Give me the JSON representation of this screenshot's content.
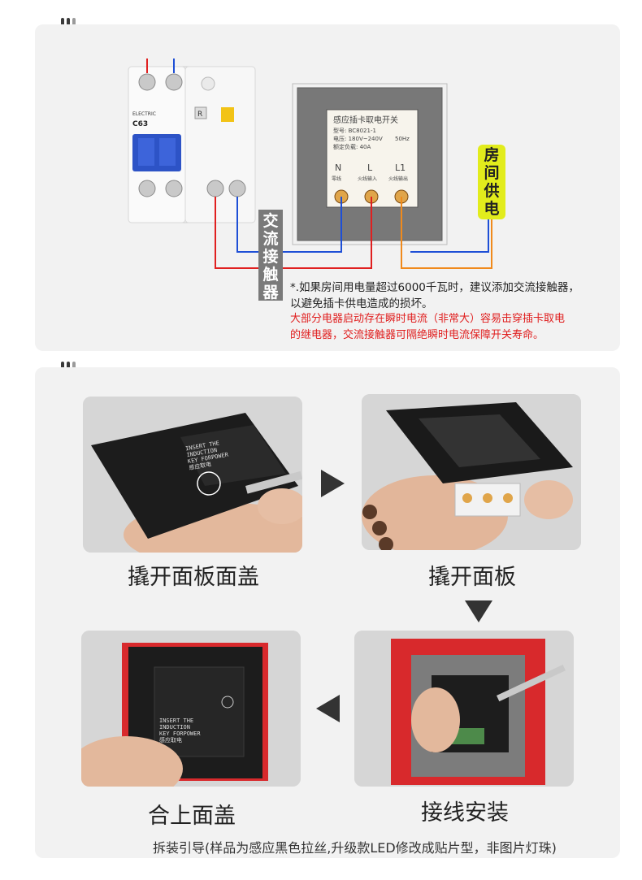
{
  "diagram": {
    "breaker_model": "C63",
    "breaker_brand": "ELECTRIC",
    "breaker_test_label": "R",
    "switch_title": "感应插卡取电开关",
    "switch_model": "型号: BC8021-1",
    "switch_voltage": "电压: 180V~240V",
    "switch_freq": "50Hz",
    "switch_load": "额定负载: 40A",
    "switch_terminals": [
      "N",
      "L",
      "L1"
    ],
    "switch_terminal_names": [
      "零线",
      "火线输入",
      "火线输出"
    ],
    "contactor_label": [
      "交",
      "流",
      "接",
      "触",
      "器"
    ],
    "room_power_label": [
      "房",
      "间",
      "供",
      "电"
    ],
    "note_line1": "*.如果房间用电量超过6000千瓦时，建议添加交流接触器，",
    "note_line2": "以避免插卡供电造成的损坏。",
    "warn_line1": "大部分电器启动存在瞬时电流（非常大）容易击穿插卡取电",
    "warn_line2": "的继电器，交流接触器可隔绝瞬时电流保障开关寿命。"
  },
  "steps": [
    {
      "caption": "撬开面板面盖",
      "panel_text": [
        "INSERT THE",
        "INDUCTION",
        "KEY FORPOWER",
        "感应取电"
      ]
    },
    {
      "caption": "撬开面板"
    },
    {
      "caption": "接线安装"
    },
    {
      "caption": "合上面盖",
      "panel_text": [
        "INSERT THE",
        "INDUCTION",
        "KEY FORPOWER",
        "感应取电"
      ]
    }
  ],
  "footer": "拆装引导(样品为感应黑色拉丝,升级款LED修改成贴片型，非图片灯珠)",
  "colors": {
    "wire_red": "#e02020",
    "wire_blue": "#1e4fd6",
    "wire_orange": "#f08a1c",
    "room_power_bg": "#e2ec1c",
    "contactor_bg": "#7a7a7a",
    "warn_text": "#e01e1e"
  }
}
